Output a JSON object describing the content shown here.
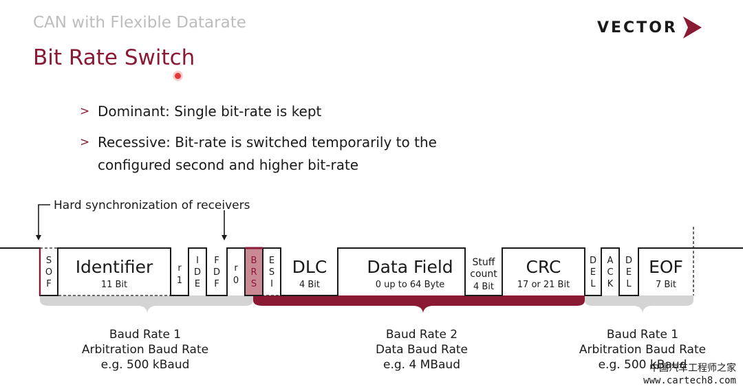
{
  "header": {
    "subtitle": "CAN with Flexible Datarate",
    "title": "Bit Rate Switch",
    "logo_text": "VECTOR"
  },
  "bullets": [
    {
      "text": "Dominant: Single bit-rate is kept"
    },
    {
      "text": "Recessive: Bit-rate is switched temporarily to the configured second and higher bit-rate"
    }
  ],
  "diagram": {
    "sync_label": "Hard synchronization of receivers",
    "fields": {
      "sof": "S O F",
      "identifier": "Identifier",
      "identifier_sub": "11 Bit",
      "r1": "r 1",
      "ide": "I D E",
      "fdf": "F D F",
      "r0": "r 0",
      "brs": "B R S",
      "esi": "E S I",
      "dlc": "DLC",
      "dlc_sub": "4 Bit",
      "data": "Data Field",
      "data_sub": "0 up to 64 Byte",
      "stuff": "Stuff",
      "stuff2": "count",
      "stuff_sub": "4 Bit",
      "crc": "CRC",
      "crc_sub": "17 or 21 Bit",
      "del1": "D E L",
      "ack": "A C K",
      "del2": "D E L",
      "eof": "EOF",
      "eof_sub": "7 Bit"
    },
    "phases": [
      {
        "line1": "Baud Rate 1",
        "line2": "Arbitration Baud Rate",
        "line3": "e.g. 500 kBaud"
      },
      {
        "line1": "Baud Rate 2",
        "line2": "Data Baud Rate",
        "line3": "e.g. 4 MBaud"
      },
      {
        "line1": "Baud Rate 1",
        "line2": "Arbitration Baud Rate",
        "line3": "e.g. 500 kBaud"
      }
    ],
    "colors": {
      "accent": "#8a1a33",
      "brs_fill": "#c98a94",
      "brace_gray": "#d4d4d4"
    }
  },
  "watermark": {
    "line1": "中国汽车工程师之家",
    "line2": "www.cartech8.com"
  }
}
